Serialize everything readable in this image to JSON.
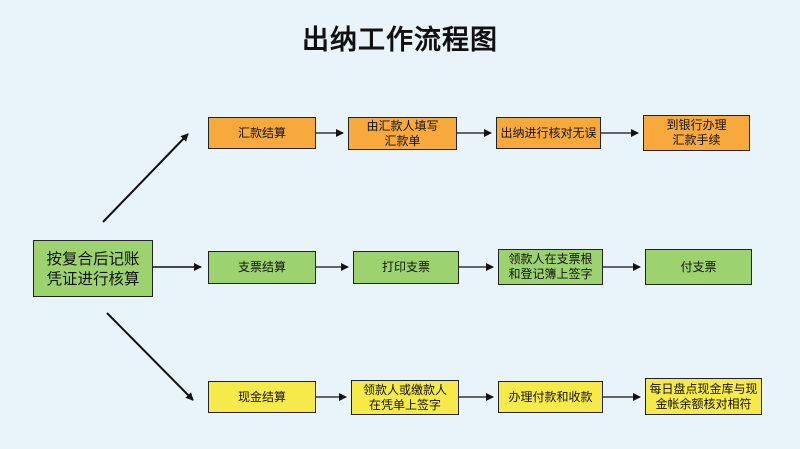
{
  "title": "出纳工作流程图",
  "start": "按复合后记账\n凭证进行核算",
  "rows": [
    {
      "color": "#f7a93b",
      "steps": [
        "汇款结算",
        "由汇款人填写\n汇款单",
        "出纳进行核对无误",
        "到银行办理\n汇款手续"
      ]
    },
    {
      "color": "#9dd36f",
      "steps": [
        "支票结算",
        "打印支票",
        "领款人在支票根\n和登记簿上签字",
        "付支票"
      ]
    },
    {
      "color": "#f6ea4a",
      "steps": [
        "现金结算",
        "领款人或缴款人\n在凭单上签字",
        "办理付款和收款",
        "每日盘点现金库与现\n金帐余额核对相符"
      ]
    }
  ]
}
